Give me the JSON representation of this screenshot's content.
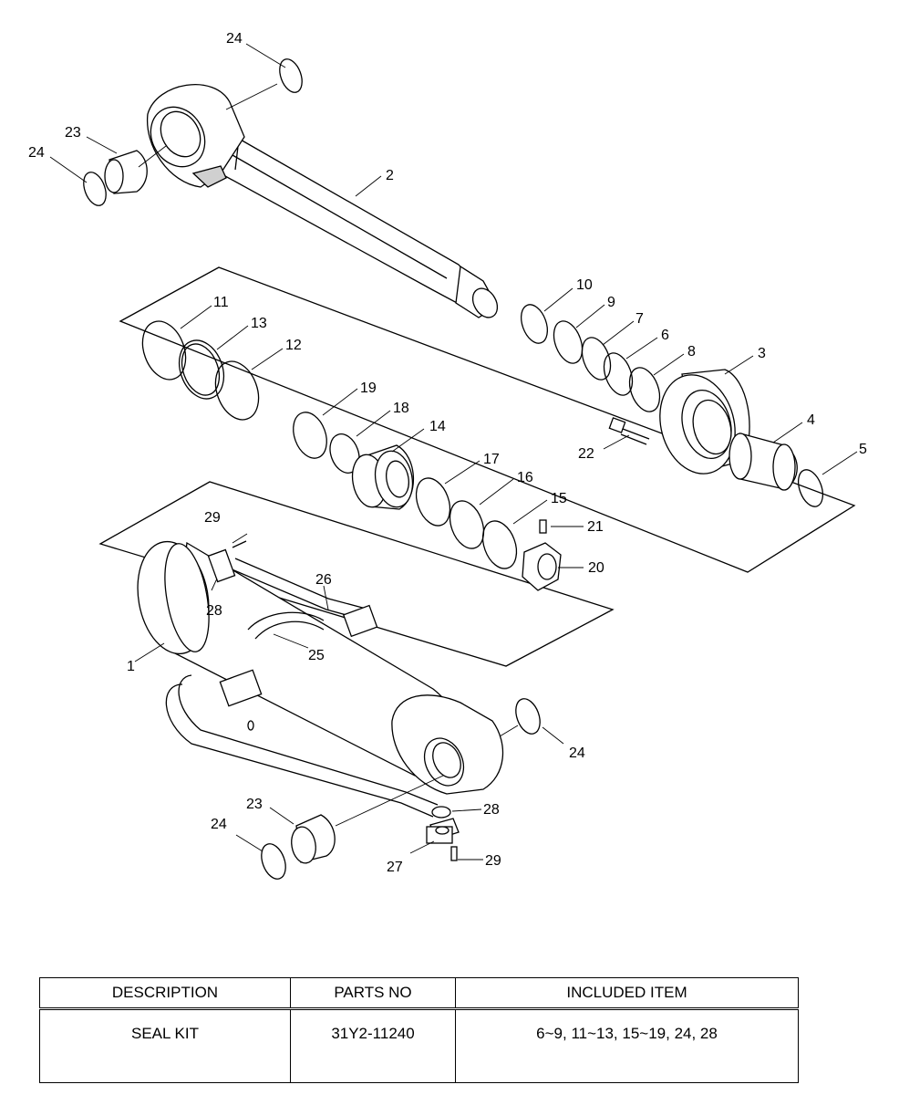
{
  "callouts": [
    {
      "label": "24"
    },
    {
      "label": "23"
    },
    {
      "label": "24"
    },
    {
      "label": "2"
    },
    {
      "label": "10"
    },
    {
      "label": "9"
    },
    {
      "label": "7"
    },
    {
      "label": "6"
    },
    {
      "label": "8"
    },
    {
      "label": "3"
    },
    {
      "label": "11"
    },
    {
      "label": "13"
    },
    {
      "label": "12"
    },
    {
      "label": "19"
    },
    {
      "label": "18"
    },
    {
      "label": "14"
    },
    {
      "label": "17"
    },
    {
      "label": "16"
    },
    {
      "label": "15"
    },
    {
      "label": "21"
    },
    {
      "label": "20"
    },
    {
      "label": "22"
    },
    {
      "label": "4"
    },
    {
      "label": "5"
    },
    {
      "label": "29"
    },
    {
      "label": "28"
    },
    {
      "label": "26"
    },
    {
      "label": "25"
    },
    {
      "label": "1"
    },
    {
      "label": "24"
    },
    {
      "label": "28"
    },
    {
      "label": "23"
    },
    {
      "label": "24"
    },
    {
      "label": "27"
    },
    {
      "label": "29"
    }
  ],
  "table": {
    "headers": [
      "DESCRIPTION",
      "PARTS NO",
      "INCLUDED ITEM"
    ],
    "rows": [
      [
        "SEAL KIT",
        "31Y2-11240",
        "6~9, 11~13, 15~19, 24, 28"
      ]
    ]
  }
}
